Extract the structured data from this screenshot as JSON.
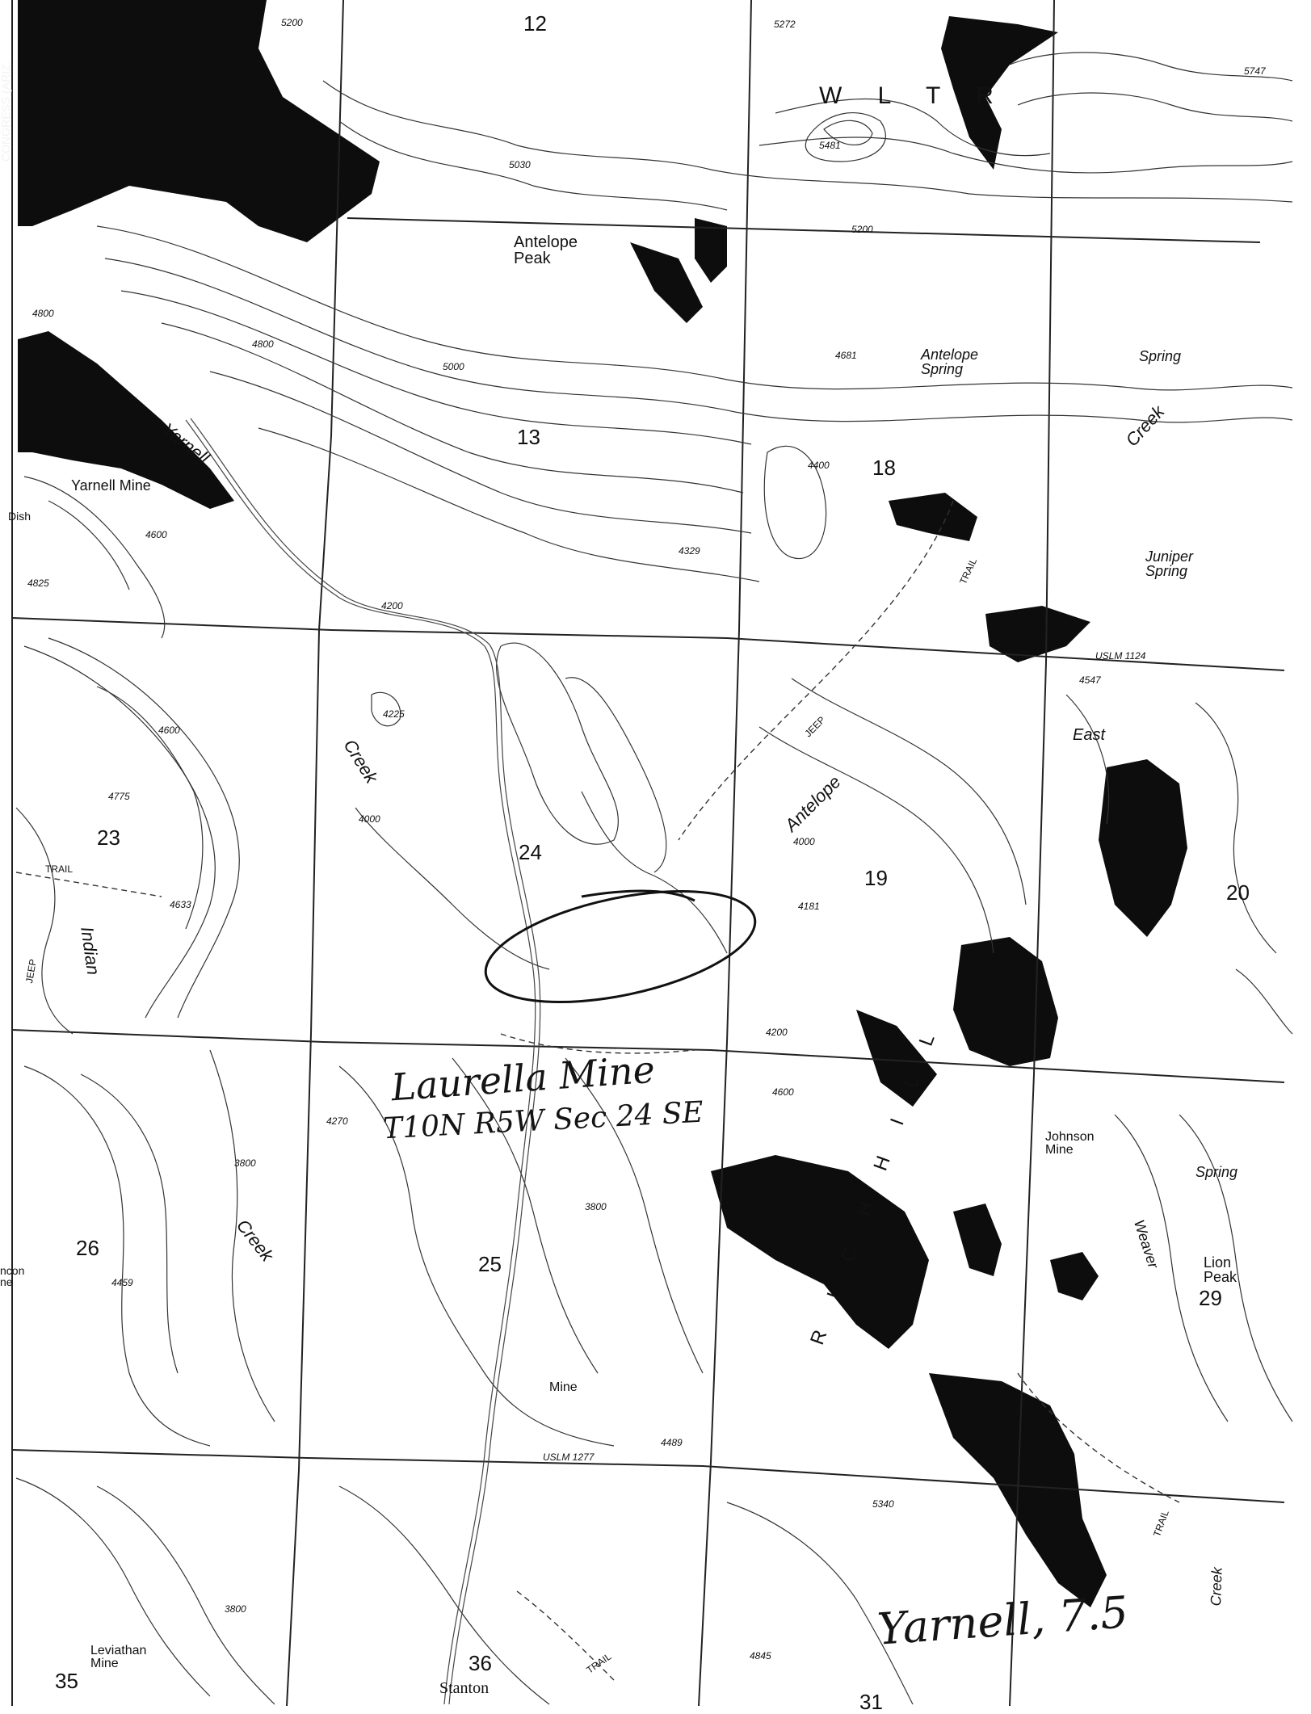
{
  "sections": [
    "12",
    "13",
    "18",
    "23",
    "24",
    "19",
    "20",
    "26",
    "25",
    "29",
    "36",
    "31",
    "35"
  ],
  "places": {
    "antelope_peak": "Antelope\nPeak",
    "antelope_spring": "Antelope\nSpring",
    "spring_ne": "Spring",
    "juniper_spring": "Juniper\nSpring",
    "yarnell_mine": "Yarnell Mine",
    "johnson_mine": "Johnson\nMine",
    "spring_e": "Spring",
    "lion_peak": "Lion\nPeak",
    "mine_s": "Mine",
    "leviathan_mine": "Leviathan\nMine",
    "stanton": "Stanton",
    "east": "East",
    "rich_hill": "R I C H   H I L L",
    "weaver": "Weaver",
    "rincon": "ncon\nne",
    "dish": "Dish"
  },
  "creeks": {
    "yarnell": "Yarnell",
    "creek1": "Creek",
    "creek2": "Creek",
    "creek3": "Creek",
    "antelope": "Antelope",
    "indian": "Indian",
    "creek_se": "Creek"
  },
  "trails": {
    "jeep1": "JEEP",
    "trail1": "TRAIL",
    "trail2": "TRAIL",
    "jeep2": "JEEP",
    "trail3": "TRAIL",
    "trail4": "TRAIL"
  },
  "elevations": {
    "e5200": "5200",
    "e5272": "5272",
    "e5747": "5747",
    "e5481": "5481",
    "e5030": "5030",
    "e5200b": "5200",
    "e5000": "5000",
    "e4800": "4800",
    "e4800b": "4800",
    "e4681": "4681",
    "e4400": "4400",
    "e4600": "4600",
    "e4825": "4825",
    "e4329": "4329",
    "e4200": "4200",
    "e4225": "4225",
    "e4600b": "4600",
    "e4775": "4775",
    "e4633": "4633",
    "e4000": "4000",
    "e4181": "4181",
    "e4270": "4270",
    "e4459": "4459",
    "e4489": "4489",
    "e5340": "5340",
    "e4845": "4845",
    "e3800": "3800",
    "e3800b": "3800",
    "usl1": "USLM 1124",
    "e4547": "4547",
    "usl2": "USLM 1277",
    "e4000b": "4000",
    "e4200b": "4200",
    "e4600c": "4600",
    "e3800c": "3800"
  },
  "title_letters": "W  L  T  R",
  "margin_note": "CONGRESS (ARIZ.",
  "handwritten": {
    "mine_name": "Laurella Mine",
    "location": "T10N  R5W  Sec 24 SE",
    "quad": "Yarnell, 7.5"
  }
}
